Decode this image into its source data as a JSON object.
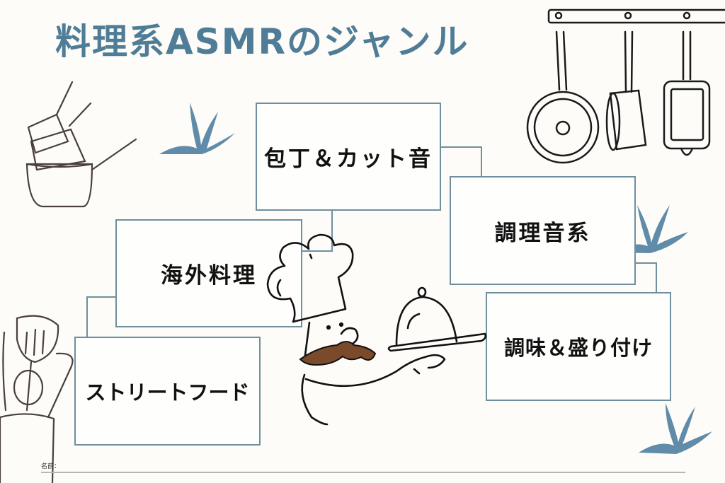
{
  "title": "料理系ASMRのジャンル",
  "boxes": [
    {
      "id": "knife-cut",
      "label": "包丁＆カット音"
    },
    {
      "id": "cooking-sounds",
      "label": "調理音系"
    },
    {
      "id": "foreign-cuisine",
      "label": "海外料理"
    },
    {
      "id": "seasoning-plating",
      "label": "調味＆盛り付け"
    },
    {
      "id": "street-food",
      "label": "ストリートフード"
    }
  ],
  "footer": {
    "name_label": "名前："
  },
  "colors": {
    "title": "#4f7d97",
    "box_border": "#6f8f9e",
    "leaf": "#4f80a0",
    "mustache": "#7a4a2a",
    "background": "#fdfcf8"
  },
  "illustrations": [
    "hanging-pans-icon",
    "stacked-pots-icon",
    "utensil-jar-icon",
    "chef-with-cloche-icon",
    "leaf-sprig-icon"
  ]
}
